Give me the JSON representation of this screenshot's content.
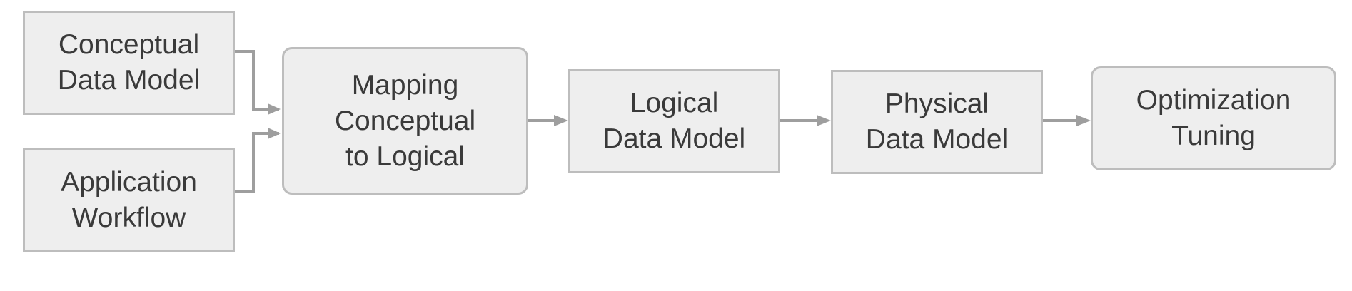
{
  "diagram": {
    "nodes": {
      "conceptual": {
        "line1": "Conceptual",
        "line2": "Data Model"
      },
      "workflow": {
        "line1": "Application",
        "line2": "Workflow"
      },
      "mapping": {
        "line1": "Mapping",
        "line2": "Conceptual",
        "line3": "to Logical"
      },
      "logical": {
        "line1": "Logical",
        "line2": "Data Model"
      },
      "physical": {
        "line1": "Physical",
        "line2": "Data Model"
      },
      "optimization": {
        "line1": "Optimization",
        "line2": "Tuning"
      }
    },
    "colors": {
      "box_fill": "#eeeeee",
      "box_border": "#bdbdbd",
      "text": "#3a3a3a",
      "connector": "#9e9e9e"
    }
  }
}
